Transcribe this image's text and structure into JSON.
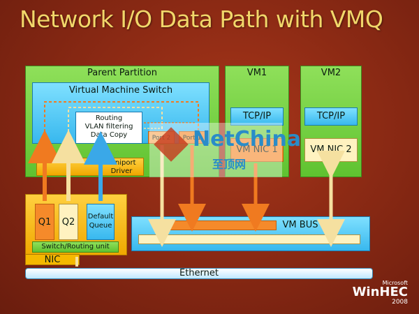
{
  "title": "Network I/O Data Path with VMQ",
  "parent_partition": {
    "label": "Parent Partition",
    "vm_switch": "Virtual Machine Switch",
    "routing": [
      "Routing",
      "VLAN filtering",
      "Data Copy"
    ],
    "port2": "Port 2",
    "port1": "Port 1",
    "miniport": [
      "Miniport",
      "Driver"
    ]
  },
  "vm1": {
    "label": "VM1",
    "tcpip": "TCP/IP",
    "nic": "VM NIC 1"
  },
  "vm2": {
    "label": "VM2",
    "tcpip": "TCP/IP",
    "nic": "VM NIC 2"
  },
  "nic": {
    "label": "NIC",
    "q1": "Q1",
    "q2": "Q2",
    "default_queue": [
      "Default",
      "Queue"
    ],
    "switch_routing": "Switch/Routing unit"
  },
  "vmbus": "VM BUS",
  "ethernet": "Ethernet",
  "watermark": {
    "name": "NetChina",
    "sub": "至顶网"
  },
  "logo": {
    "maker": "Microsoft",
    "name": "WinHEC",
    "year": "2008"
  },
  "colors": {
    "title": "#f2d76a",
    "green": "#6ccc3a",
    "cyan": "#4cc4f2",
    "yellow": "#f5b800",
    "orange": "#f07a20"
  }
}
